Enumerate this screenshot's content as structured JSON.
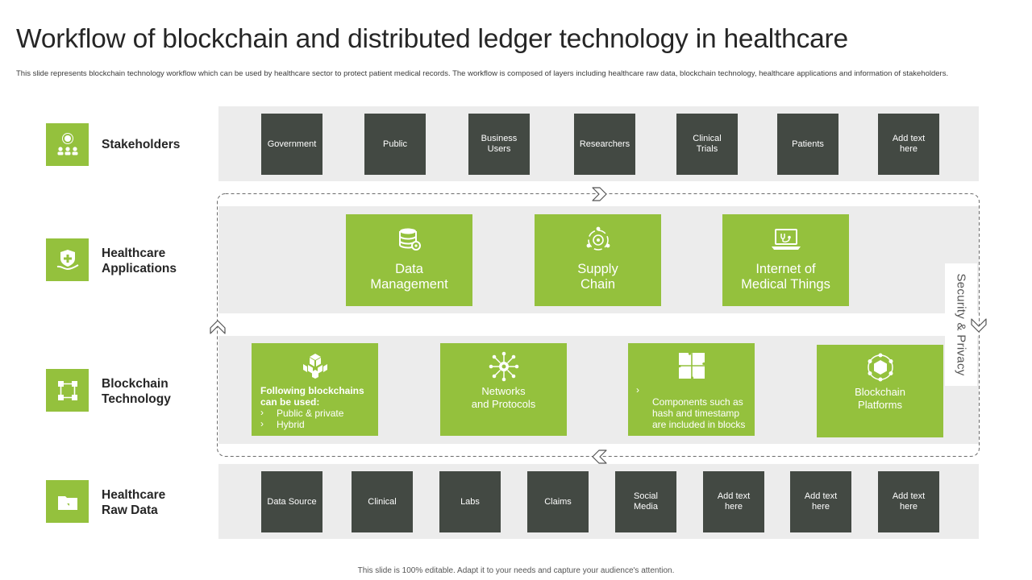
{
  "title": "Workflow of blockchain and distributed ledger technology in healthcare",
  "subtitle": "This slide represents blockchain technology workflow which can be used by healthcare sector to protect patient medical records. The workflow is composed of layers including healthcare raw data, blockchain technology, healthcare applications and information of stakeholders.",
  "footer": "This slide is 100% editable. Adapt it to your needs and capture your audience's attention.",
  "layers": {
    "stakeholders": {
      "label": "Stakeholders",
      "icon": "stakeholders-icon"
    },
    "applications": {
      "label": "Healthcare\nApplications",
      "icon": "health-shield-icon"
    },
    "blockchain": {
      "label": "Blockchain\nTechnology",
      "icon": "network-nodes-icon"
    },
    "raw_data": {
      "label": "Healthcare\nRaw Data",
      "icon": "folder-icon"
    }
  },
  "stakeholders": [
    "Government",
    "Public",
    "Business\nUsers",
    "Researchers",
    "Clinical\nTrials",
    "Patients",
    "Add text\nhere"
  ],
  "applications": [
    {
      "label": "Data\nManagement",
      "icon": "database-gear-icon"
    },
    {
      "label": "Supply\nChain",
      "icon": "supply-chain-icon"
    },
    {
      "label": "Internet of\nMedical Things",
      "icon": "laptop-stethoscope-icon"
    }
  ],
  "blockchain": {
    "following": {
      "lead": "Following blockchains\ncan be used:",
      "items": [
        "Public & private",
        "Hybrid"
      ],
      "icon": "cubes-icon"
    },
    "networks": {
      "label": "Networks\nand Protocols",
      "icon": "network-hub-icon"
    },
    "components": {
      "text": "Components such as\nhash and timestamp\nare included in blocks",
      "icon": "puzzle-icon"
    },
    "platforms": {
      "label": "Blockchain\nPlatforms",
      "icon": "blockchain-hexagon-icon"
    }
  },
  "raw_data": [
    "Data Source",
    "Clinical",
    "Labs",
    "Claims",
    "Social\nMedia",
    "Add text\nhere",
    "Add text\nhere",
    "Add text\nhere"
  ],
  "side_label": "Security & Privacy",
  "colors": {
    "accent": "#94c13d",
    "dark": "#434943",
    "band": "#ececec"
  }
}
